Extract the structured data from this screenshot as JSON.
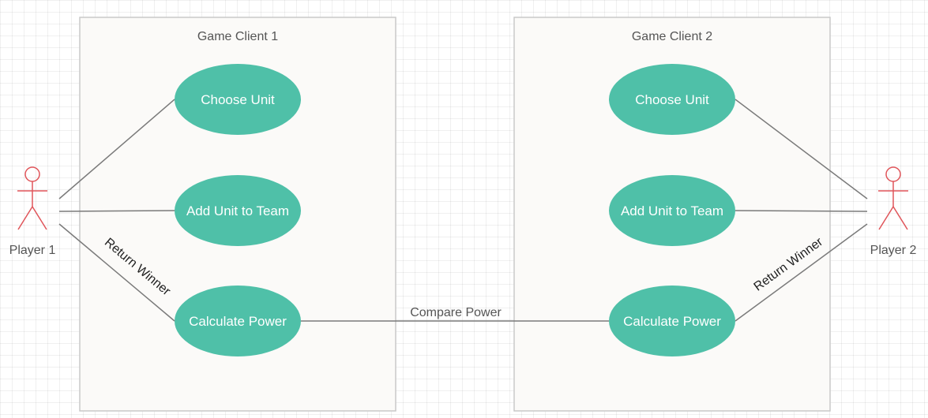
{
  "colors": {
    "usecase_fill": "#4fc0a8",
    "actor_stroke": "#e0555a",
    "boundary_fill": "#fbfaf8",
    "boundary_stroke": "#c9c9c9",
    "line": "#7a7a7a"
  },
  "boundaries": {
    "client1": {
      "title": "Game Client 1"
    },
    "client2": {
      "title": "Game Client 2"
    }
  },
  "actors": {
    "player1": {
      "label": "Player 1",
      "icon": "stick-figure-icon"
    },
    "player2": {
      "label": "Player 2",
      "icon": "stick-figure-icon"
    }
  },
  "use_cases": {
    "c1_choose": "Choose Unit",
    "c1_add": "Add Unit to Team",
    "c1_calc": "Calculate Power",
    "c2_choose": "Choose Unit",
    "c2_add": "Add Unit to Team",
    "c2_calc": "Calculate Power"
  },
  "edge_labels": {
    "compare": "Compare Power",
    "return_winner_1": "Return Winner",
    "return_winner_2": "Return Winner"
  }
}
